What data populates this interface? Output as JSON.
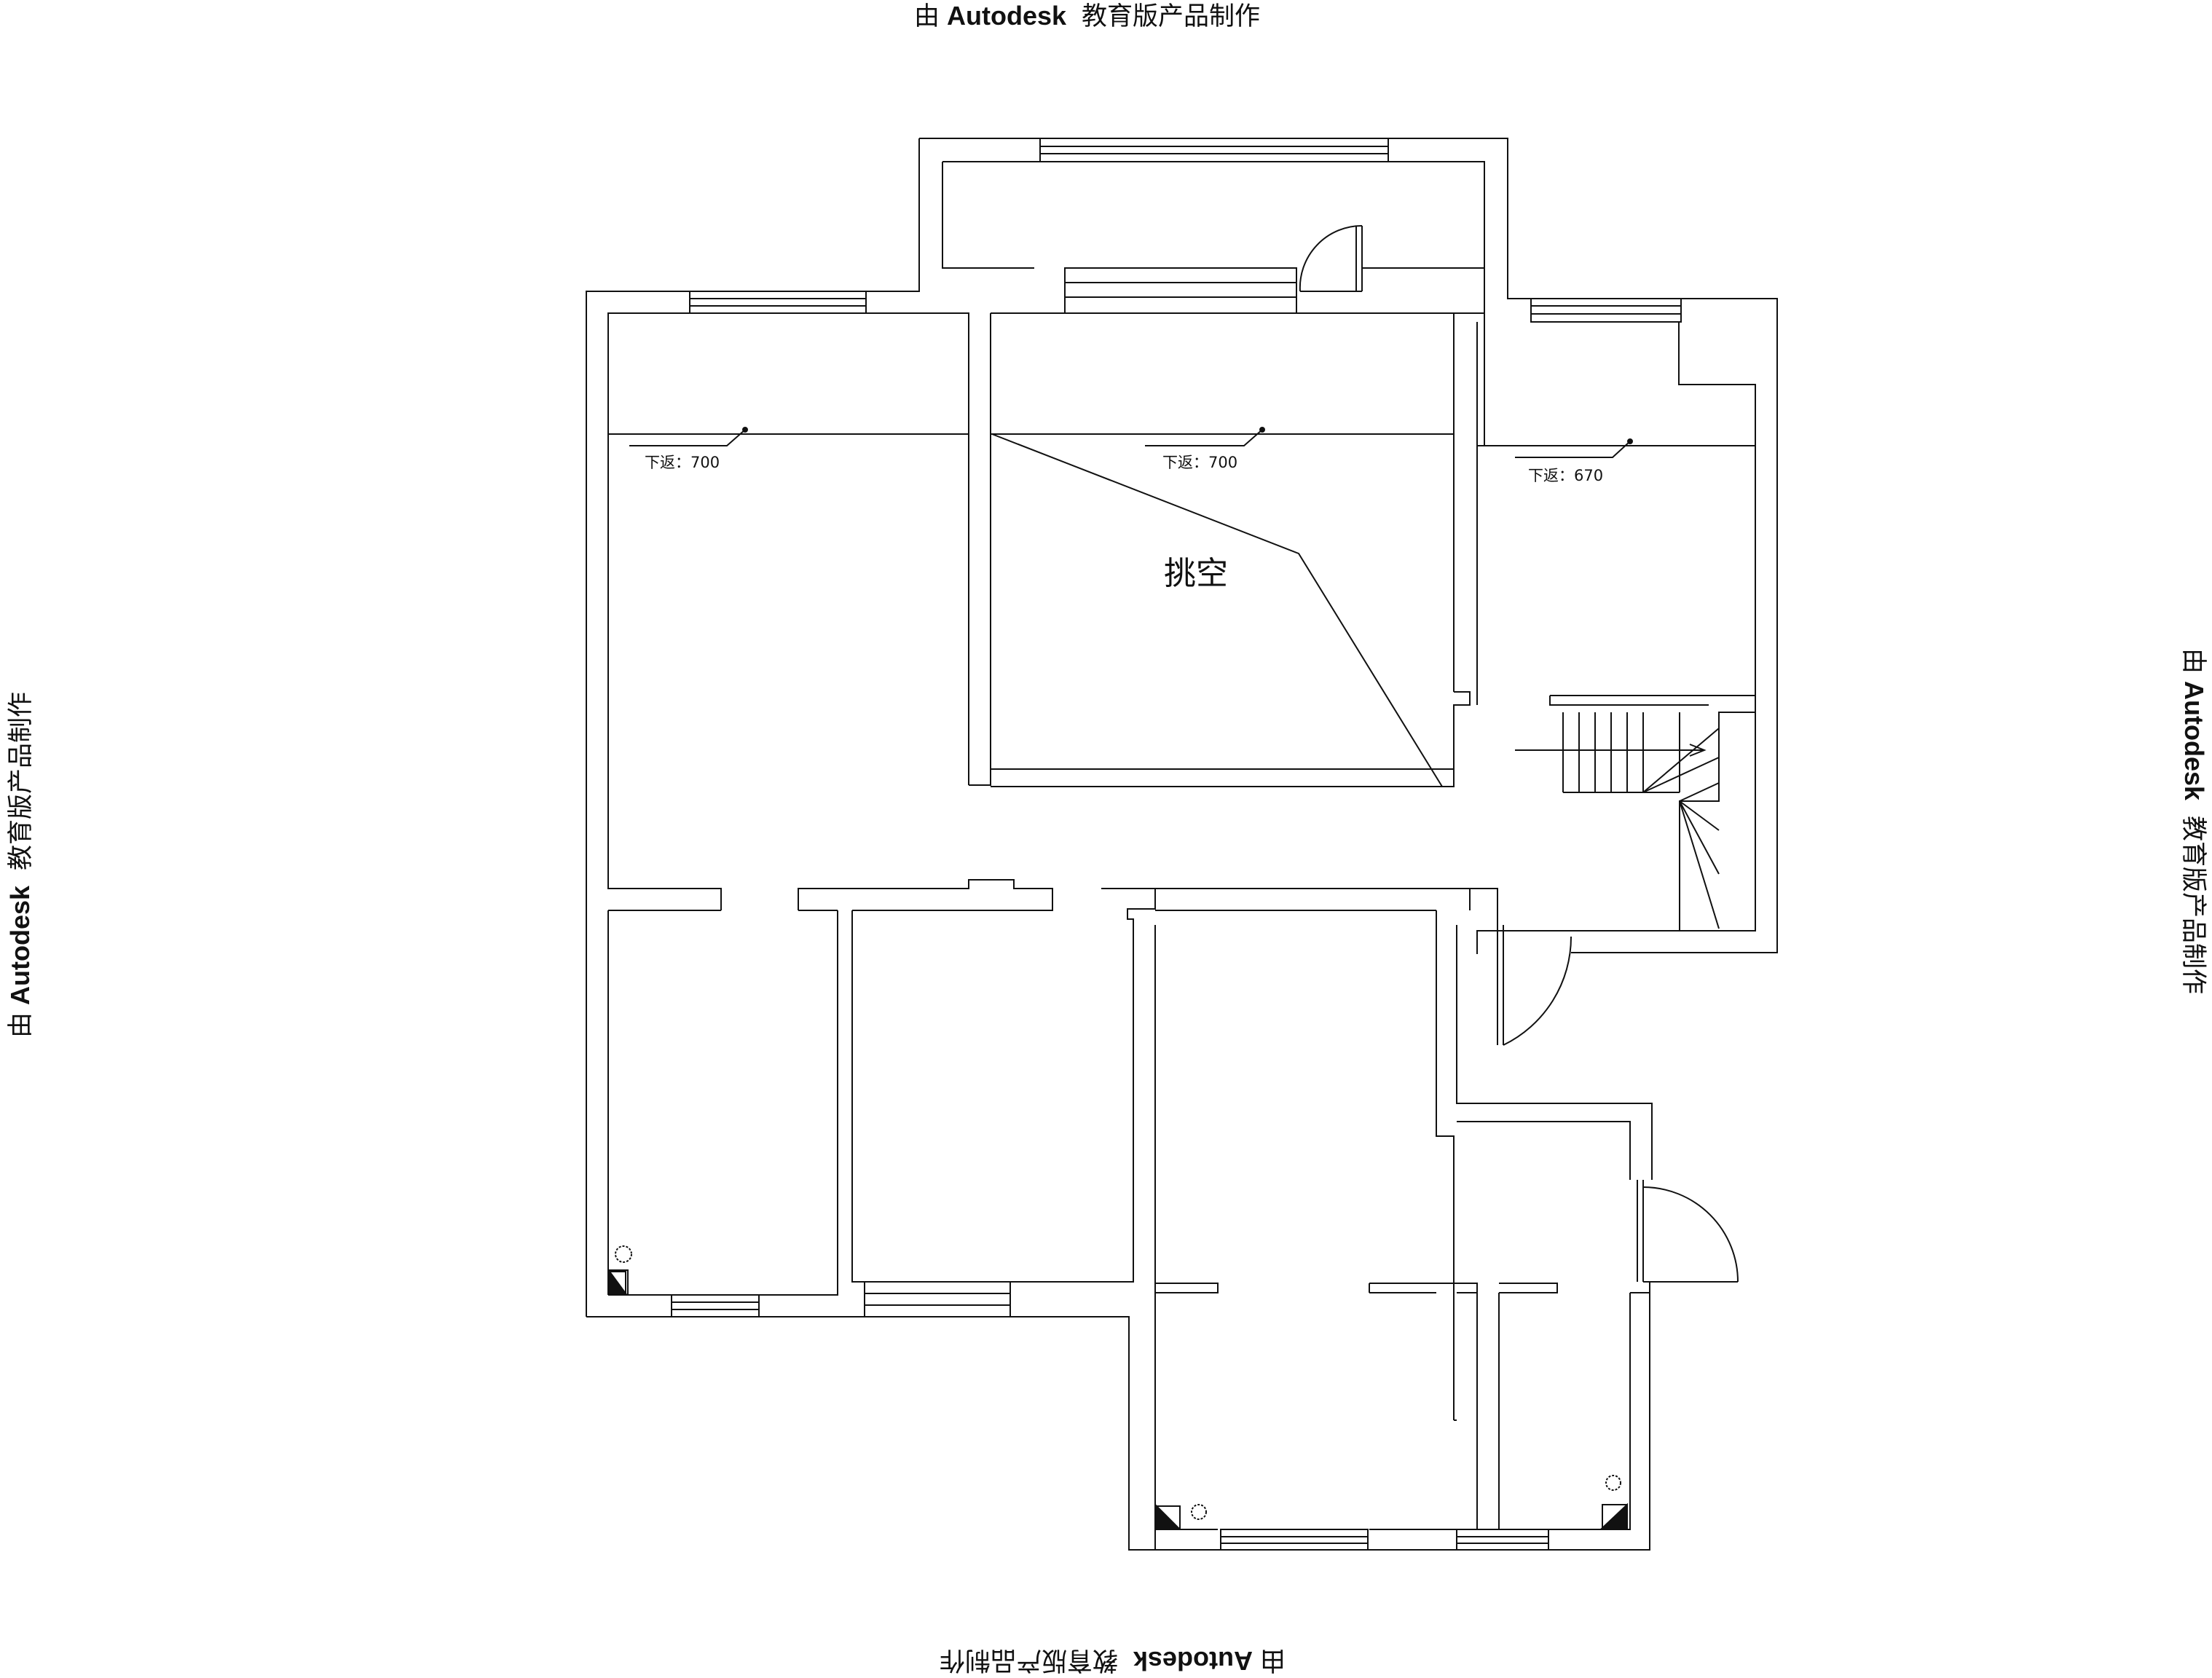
{
  "watermark": {
    "prefix": "由",
    "brand": "Autodesk",
    "suffix": "教育版产品制作"
  },
  "annotations": {
    "drop_left": "下返：700",
    "drop_center": "下返：700",
    "drop_right": "下返：670"
  },
  "rooms": {
    "void_label": "挑空"
  }
}
